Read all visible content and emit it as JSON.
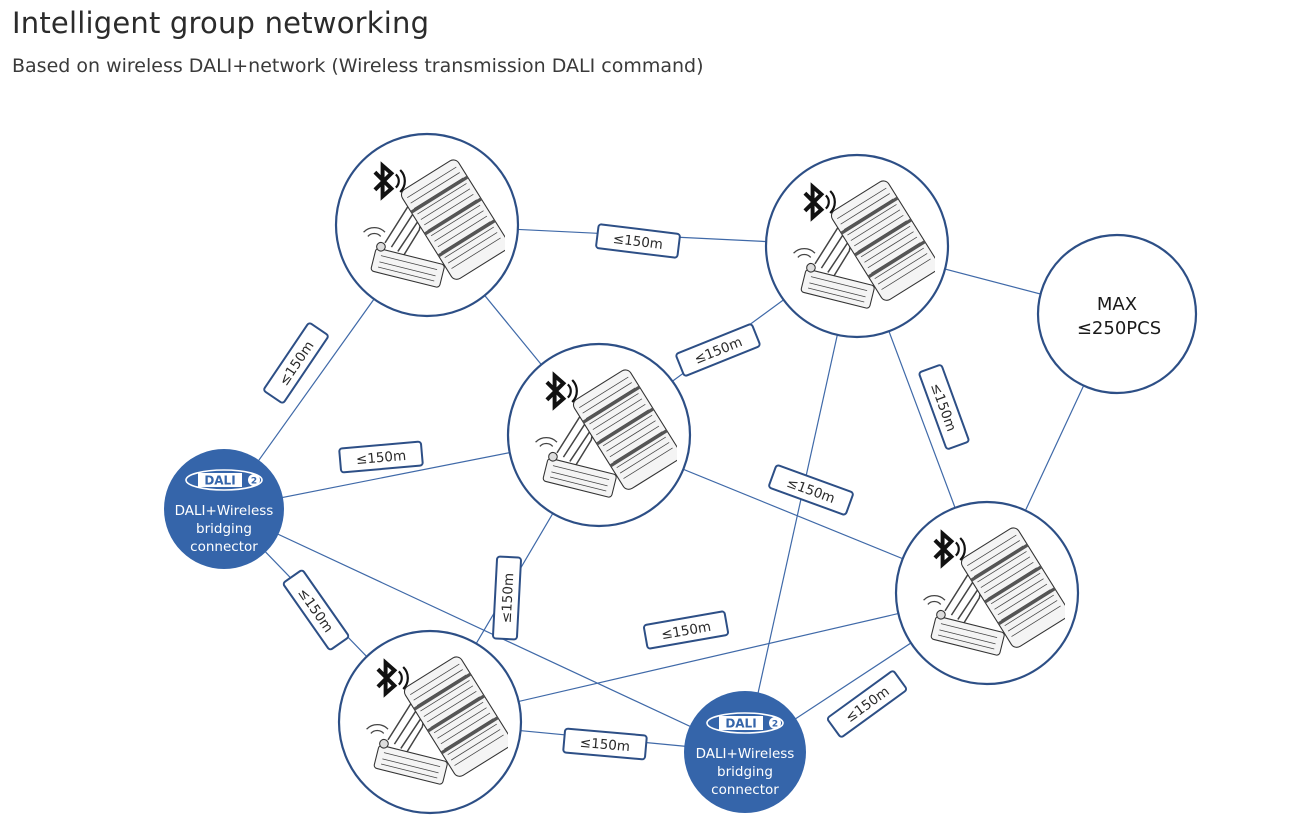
{
  "header": {
    "title": "Intelligent group networking",
    "subtitle": "Based on wireless DALI+network (Wireless transmission DALI command)"
  },
  "diagram": {
    "distance_label": "≤150m",
    "connector": {
      "logo": "DALI",
      "logo_badge": "2",
      "line1": "DALI+Wireless",
      "line2": "bridging",
      "line3": "connector"
    },
    "max_node": {
      "line1": "MAX",
      "line2": "≤250PCS"
    },
    "icons": {
      "lamp": "floodlight-icon",
      "bluetooth": "bluetooth-icon",
      "signal": "wireless-signal-icon"
    },
    "colors": {
      "node_border": "#2d4f86",
      "connector_fill": "#3565aa",
      "edge": "#3f69a8"
    }
  }
}
